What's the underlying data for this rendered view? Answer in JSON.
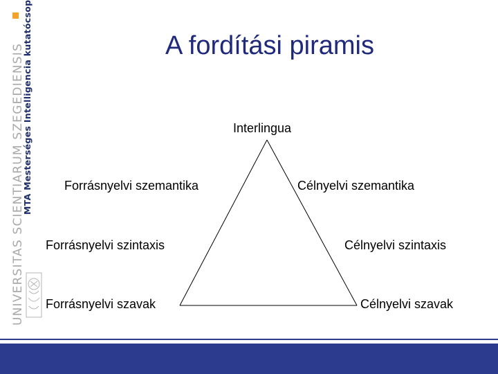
{
  "branding": {
    "university_text": "UNIVERSITAS SCIENTIARUM SZEGEDIENSIS",
    "group_text": "MTA Mesterséges Intelligencia kutatócsoport",
    "accent_color": "#f2a32a",
    "brand_color": "#2d3b8f"
  },
  "slide": {
    "title": "A fordítási piramis"
  },
  "diagram": {
    "apex": "Interlingua",
    "source": {
      "semantics": "Forrásnyelvi szemantika",
      "syntax": "Forrásnyelvi szintaxis",
      "words": "Forrásnyelvi szavak"
    },
    "target": {
      "semantics": "Célnyelvi szemantika",
      "syntax": "Célnyelvi szintaxis",
      "words": "Célnyelvi szavak"
    }
  }
}
